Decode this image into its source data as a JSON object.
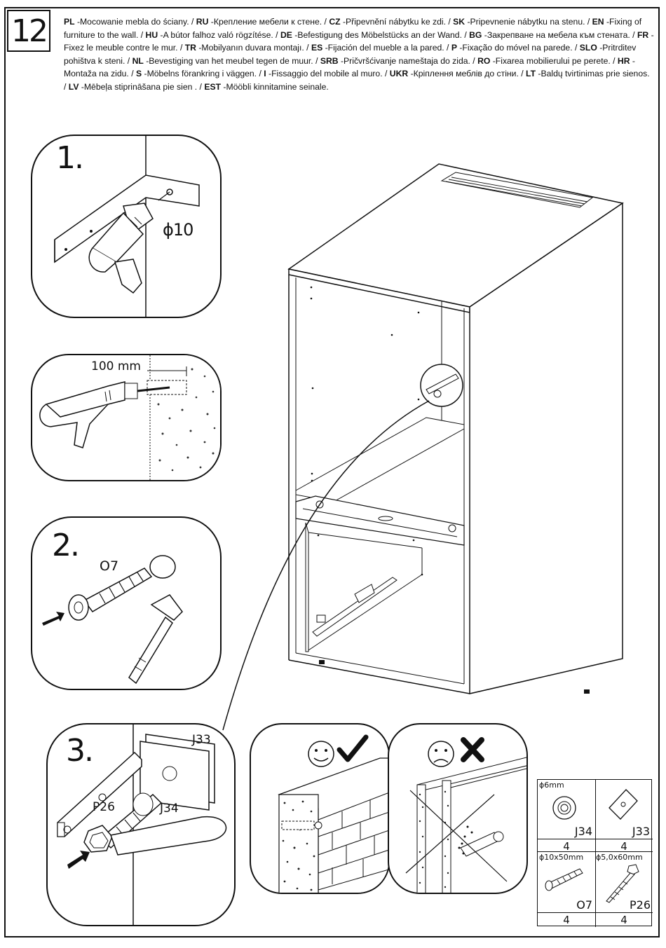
{
  "step": {
    "number": "12"
  },
  "instructions": [
    {
      "code": "PL",
      "text": "-Mocowanie mebla do ściany. /"
    },
    {
      "code": "RU",
      "text": "-Крепление мебели к стене. /"
    },
    {
      "code": "CZ",
      "text": "-Připevnění nábytku ke zdi. /"
    },
    {
      "code": "SK",
      "text": "-Pripevnenie nábytku na stenu. /"
    },
    {
      "code": "EN",
      "text": "-Fixing of furniture to the wall. /"
    },
    {
      "code": "HU",
      "text": "-A bútor falhoz való rögzítése. /"
    },
    {
      "code": "DE",
      "text": "-Befestigung des Möbelstücks an der Wand. /"
    },
    {
      "code": "BG",
      "text": "-Закрепване на мебела към стената. /"
    },
    {
      "code": "FR",
      "text": "-Fixez le meuble contre le mur. /"
    },
    {
      "code": "TR",
      "text": "-Mobilyanın duvara montajı. /"
    },
    {
      "code": "ES",
      "text": "-Fijación del mueble a la pared. /"
    },
    {
      "code": "P",
      "text": "-Fixação do móvel na parede. /"
    },
    {
      "code": "SLO",
      "text": "-Pritrditev pohištva k steni. /"
    },
    {
      "code": "NL",
      "text": "-Bevestiging van het meubel tegen de muur. /"
    },
    {
      "code": "SRB",
      "text": "-Pričvršćivanje nameštaja do zida. /"
    },
    {
      "code": "RO",
      "text": "-Fixarea mobilierului pe perete. /"
    },
    {
      "code": "HR",
      "text": "-Montaža na zidu. /"
    },
    {
      "code": "S",
      "text": "-Möbelns förankring i väggen. /"
    },
    {
      "code": "I",
      "text": "-Fissaggio del mobile al muro. /"
    },
    {
      "code": "UKR",
      "text": "-Кріплення меблів до стіни. /"
    },
    {
      "code": "LT",
      "text": "-Baldų tvirtinimas prie sienos. /"
    },
    {
      "code": "LV",
      "text": "-Mēbeļa stiprināšana pie sien             . /"
    },
    {
      "code": "EST",
      "text": "-Mööbli kinnitamine seinale."
    }
  ],
  "panels": {
    "drill": {
      "step": "1.",
      "drill_size": "ɸ10"
    },
    "depth": {
      "depth": "100 mm"
    },
    "dowel": {
      "step": "2.",
      "part": "O7"
    },
    "fix": {
      "step": "3.",
      "bracket": "J33",
      "screw": "P26",
      "washer": "J34"
    }
  },
  "parts_table": [
    {
      "size": "ɸ6mm",
      "code": "J34",
      "qty": "4",
      "icon": "washer-icon"
    },
    {
      "size": "",
      "code": "J33",
      "qty": "4",
      "icon": "bracket-icon"
    },
    {
      "size": "ɸ10x50mm",
      "code": "O7",
      "qty": "4",
      "icon": "wall-plug-icon"
    },
    {
      "size": "ɸ5,0x60mm",
      "code": "P26",
      "qty": "4",
      "icon": "screw-icon"
    }
  ]
}
